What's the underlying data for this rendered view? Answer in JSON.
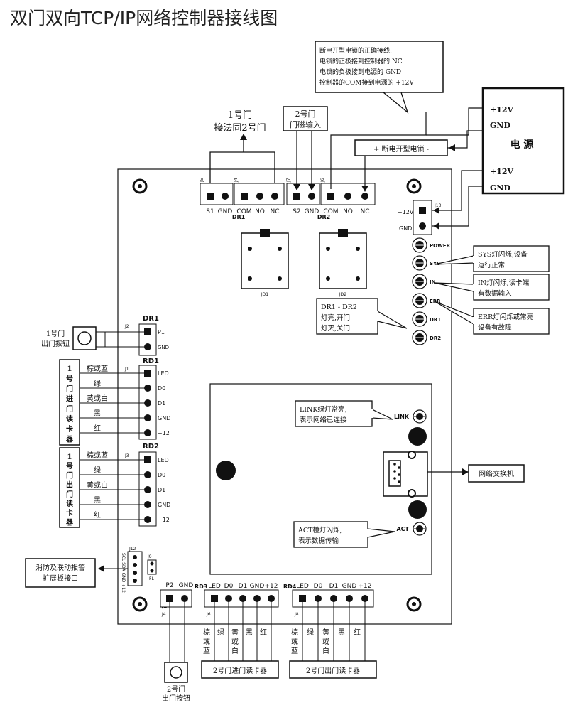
{
  "title": "双门双向TCP/IP网络控制器接线图",
  "callouts": {
    "lock_note": [
      "断电开型电锁的正确接线:",
      "电锁的正极接到控制器的 NC",
      "电锁的负极接到电源的 GND",
      "控制器的COM接到电源的 +12V"
    ],
    "door1_note": [
      "1号门",
      "接法同2号门"
    ],
    "door2_sensor": [
      "2号门",
      "门磁输入"
    ],
    "lock_box": "+  断电开型电锁  -",
    "sys_note": [
      "SYS灯闪烁,设备",
      "运行正常"
    ],
    "in_note": [
      "IN灯闪烁,读卡端",
      "有数据输入"
    ],
    "err_note": [
      "ERR灯闪烁或常亮",
      "设备有故障"
    ],
    "dr_note": [
      "DR1 - DR2",
      "灯亮,开门",
      "灯灭,关门"
    ],
    "link_note": [
      "LINK绿灯常亮,",
      "表示网络已连接"
    ],
    "act_note": [
      "ACT橙灯闪烁,",
      "表示数据传输"
    ],
    "network_switch": "网络交换机",
    "fire_alarm": [
      "消防及联动报警",
      "扩展板接口"
    ],
    "door1_exit_btn": [
      "1号门",
      "出门按钮"
    ],
    "door2_exit_btn": [
      "2号门",
      "出门按钮"
    ],
    "door2_in_reader": "2号门进门读卡器",
    "door2_out_reader": "2号门出门读卡器"
  },
  "power": {
    "label": "电  源",
    "plus1": "+12V",
    "gnd1": "GND",
    "plus2": "+12V",
    "gnd2": "GND"
  },
  "board": {
    "top_labels": [
      "J5",
      "J4",
      "J7",
      "J6"
    ],
    "dr1_pins": [
      "S1",
      "GND",
      "COM",
      "NO",
      "NC"
    ],
    "dr1_label": "DR1",
    "dr2_pins": [
      "S2",
      "GND",
      "COM",
      "NO",
      "NC"
    ],
    "dr2_label": "DR2",
    "relay_labels": [
      "JD1",
      "JD2"
    ],
    "j13": {
      "label": "J13",
      "plus": "+12V",
      "gnd": "GND"
    },
    "leds": [
      "POWER",
      "SYS",
      "IN",
      "ERR",
      "DR1",
      "DR2"
    ],
    "j2": {
      "label": "J2",
      "group": "DR1",
      "pins": [
        "P1",
        "GND"
      ]
    },
    "j1": {
      "label": "J1",
      "group": "RD1",
      "pins": [
        "LED",
        "D0",
        "D1",
        "GND",
        "+12"
      ]
    },
    "j3": {
      "label": "J3",
      "group": "RD2",
      "pins": [
        "LED",
        "D0",
        "D1",
        "GND",
        "+12"
      ]
    },
    "wire_colors": [
      "棕或蓝",
      "绿",
      "黄或白",
      "黑",
      "红"
    ],
    "reader1_in": "1号门进门读卡器",
    "reader1_out": "1号门出门读卡器",
    "j12": {
      "label": "J12",
      "pins": "SCL SDA GND +12"
    },
    "j9": {
      "label": "J9",
      "sub": "FL"
    },
    "j4": {
      "label": "J4",
      "group": "DR2",
      "pins": [
        "P2",
        "GND"
      ]
    },
    "rd3": {
      "label": "J6",
      "group": "RD3",
      "pins": [
        "LED",
        "D0",
        "D1",
        "GND",
        "+12"
      ]
    },
    "rd4": {
      "label": "J8",
      "group": "RD4",
      "pins": [
        "LED",
        "D0",
        "D1",
        "GND",
        "+12"
      ]
    },
    "wire_colors_vertical": [
      "棕或蓝",
      "绿",
      "黄或白",
      "黑",
      "红"
    ],
    "link": "LINK",
    "act": "ACT"
  }
}
